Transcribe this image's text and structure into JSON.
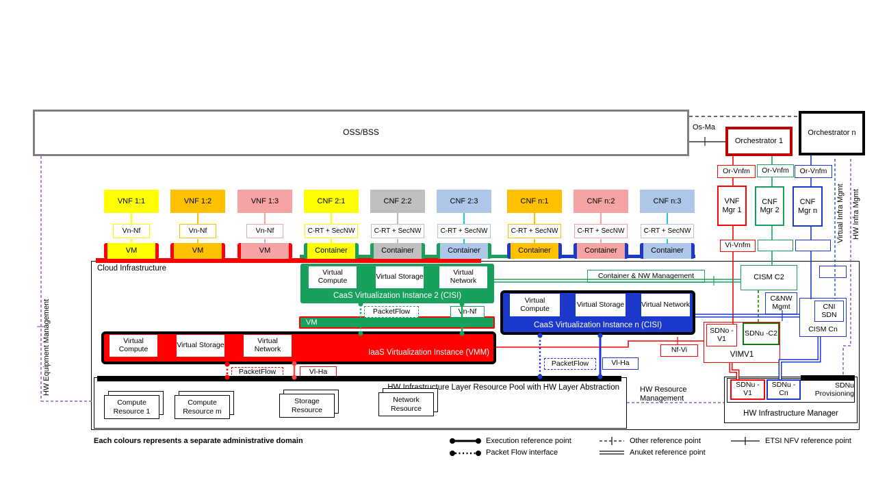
{
  "colors": {
    "yellow": "#FFFF00",
    "orange": "#FFC000",
    "pink": "#F5A3A3",
    "gray": "#BFBFBF",
    "light_blue": "#AEC7E8",
    "red": "#FF0000",
    "dark_red": "#C00000",
    "green": "#18A05C",
    "dark_green": "#107C10",
    "blue": "#1C39CB",
    "purple": "#9B59B6",
    "oss_border_gray": "#7F7F7F"
  },
  "oss": {
    "label": "OSS/BSS"
  },
  "orchestrators": {
    "os_ma": "Os-Ma",
    "orch1": "Orchestrator 1",
    "orchn": "Orchestrator n"
  },
  "managers": {
    "or_vnfm_1": "Or-Vnfm",
    "or_vnfm_2": "Or-Vnfm",
    "or_vnfm_n": "Or-Vnfm",
    "vnf_mgr1": "VNF Mgr 1",
    "cnf_mgr2": "CNF Mgr 2",
    "cnf_mgrn": "CNF Mgr n",
    "vi_vnfm": "Vi-Vnfm"
  },
  "columns": [
    {
      "nf": "VNF 1:1",
      "iface": "Vn-Nf",
      "runtime": "VM"
    },
    {
      "nf": "VNF 1:2",
      "iface": "Vn-Nf",
      "runtime": "VM"
    },
    {
      "nf": "VNF 1:3",
      "iface": "Vn-Nf",
      "runtime": "VM"
    },
    {
      "nf": "CNF 2:1",
      "iface": "C-RT + SecNW",
      "runtime": "Container"
    },
    {
      "nf": "CNF 2:2",
      "iface": "C-RT + SecNW",
      "runtime": "Container"
    },
    {
      "nf": "CNF 2:3",
      "iface": "C-RT + SecNW",
      "runtime": "Container"
    },
    {
      "nf": "CNF n:1",
      "iface": "C-RT + SecNW",
      "runtime": "Container"
    },
    {
      "nf": "CNF n:2",
      "iface": "C-RT + SecNW",
      "runtime": "Container"
    },
    {
      "nf": "CNF n:3",
      "iface": "C-RT + SecNW",
      "runtime": "Container"
    }
  ],
  "cloud": {
    "label": "Cloud Infrastructure"
  },
  "caas2": {
    "title": "CaaS Virtualization Instance 2 (CISI)",
    "compute": "Virtual Compute",
    "storage": "Virtual Storage",
    "network": "Virtual Network"
  },
  "caasn": {
    "title": "CaaS Virtualization Instance n (CISI)",
    "compute": "Virtual Compute",
    "storage": "Virtual Storage",
    "network": "Virtual Network"
  },
  "vm_bar": {
    "label": "VM"
  },
  "iaas": {
    "title": "IaaS Virtualization Instance (VMM)",
    "compute": "Virtual Compute",
    "storage": "Virtual Storage",
    "network": "Virtual Network"
  },
  "interfaces": {
    "packetflow_green": "PacketFlow",
    "vn_nf_green": "Vn-Nf",
    "packetflow_red": "PacketFlow",
    "vl_ha_red": "Vl-Ha",
    "packetflow_blue": "PacketFlow",
    "vl_ha_blue": "Vl-Ha",
    "nf_vi": "Nf-Vi",
    "container_nw": "Container & NW Management"
  },
  "mgmt_right": {
    "cism_c2": "CISM C2",
    "cnw_mgmt": "C&NW Mgmt",
    "cni_sdn": "CNI SDN",
    "cism_cn": "CISM Cn",
    "sdno_v1": "SDNo -V1",
    "sdnu_c2": "SDNu -C2",
    "vimv1": "VIMV1"
  },
  "hwim": {
    "sdnu_v1": "SDNu -V1",
    "sdnu_cn": "SDNu -Cn",
    "sdnu_prov": "SDNu Provisioning",
    "title": "HW Infrastructure Manager",
    "hw_resource": "HW Resource Management"
  },
  "pool": {
    "title": "HW Infrastructure Layer Resource Pool with HW Layer Abstraction",
    "r1": "Compute Resource 1",
    "r2": "Compute Resource m",
    "r3": "Storage Resource",
    "r4": "Network Resource"
  },
  "vertical_labels": {
    "hw_equipment": "HW Equipment Management",
    "virtual_infra": "Virtual Infra Mgmt",
    "hw_infra": "HW Infra Mgmt"
  },
  "footnote": "Each colours represents a separate administrative domain",
  "legend": {
    "execution": "Execution reference point",
    "packet_flow": "Packet Flow interface",
    "other": "Other reference point",
    "anuket": "Anuket reference point",
    "etsi": "ETSI NFV reference point"
  }
}
